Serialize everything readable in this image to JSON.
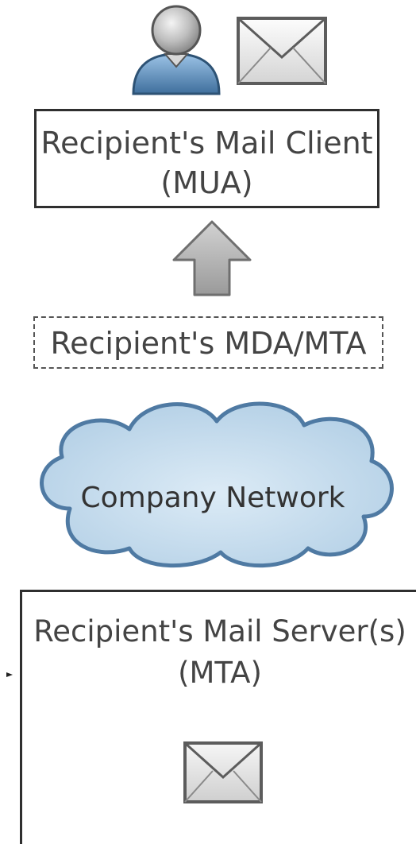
{
  "diagram": {
    "client": {
      "line1": "Recipient's Mail Client",
      "line2": "(MUA)",
      "icons": [
        "person-icon",
        "envelope-icon"
      ]
    },
    "arrow": "up-arrow-icon",
    "mda": {
      "label": "Recipient's MDA/MTA"
    },
    "network": {
      "label": "Company Network"
    },
    "server": {
      "line1": "Recipient's Mail Server(s)",
      "line2": "(MTA)",
      "icon": "envelope-icon"
    },
    "colors": {
      "box_border": "#2f2f2f",
      "text": "#444444",
      "cloud_fill": "#c5dcec",
      "cloud_stroke": "#4f7aa3",
      "arrow_fill": "#b9b9b9"
    }
  }
}
